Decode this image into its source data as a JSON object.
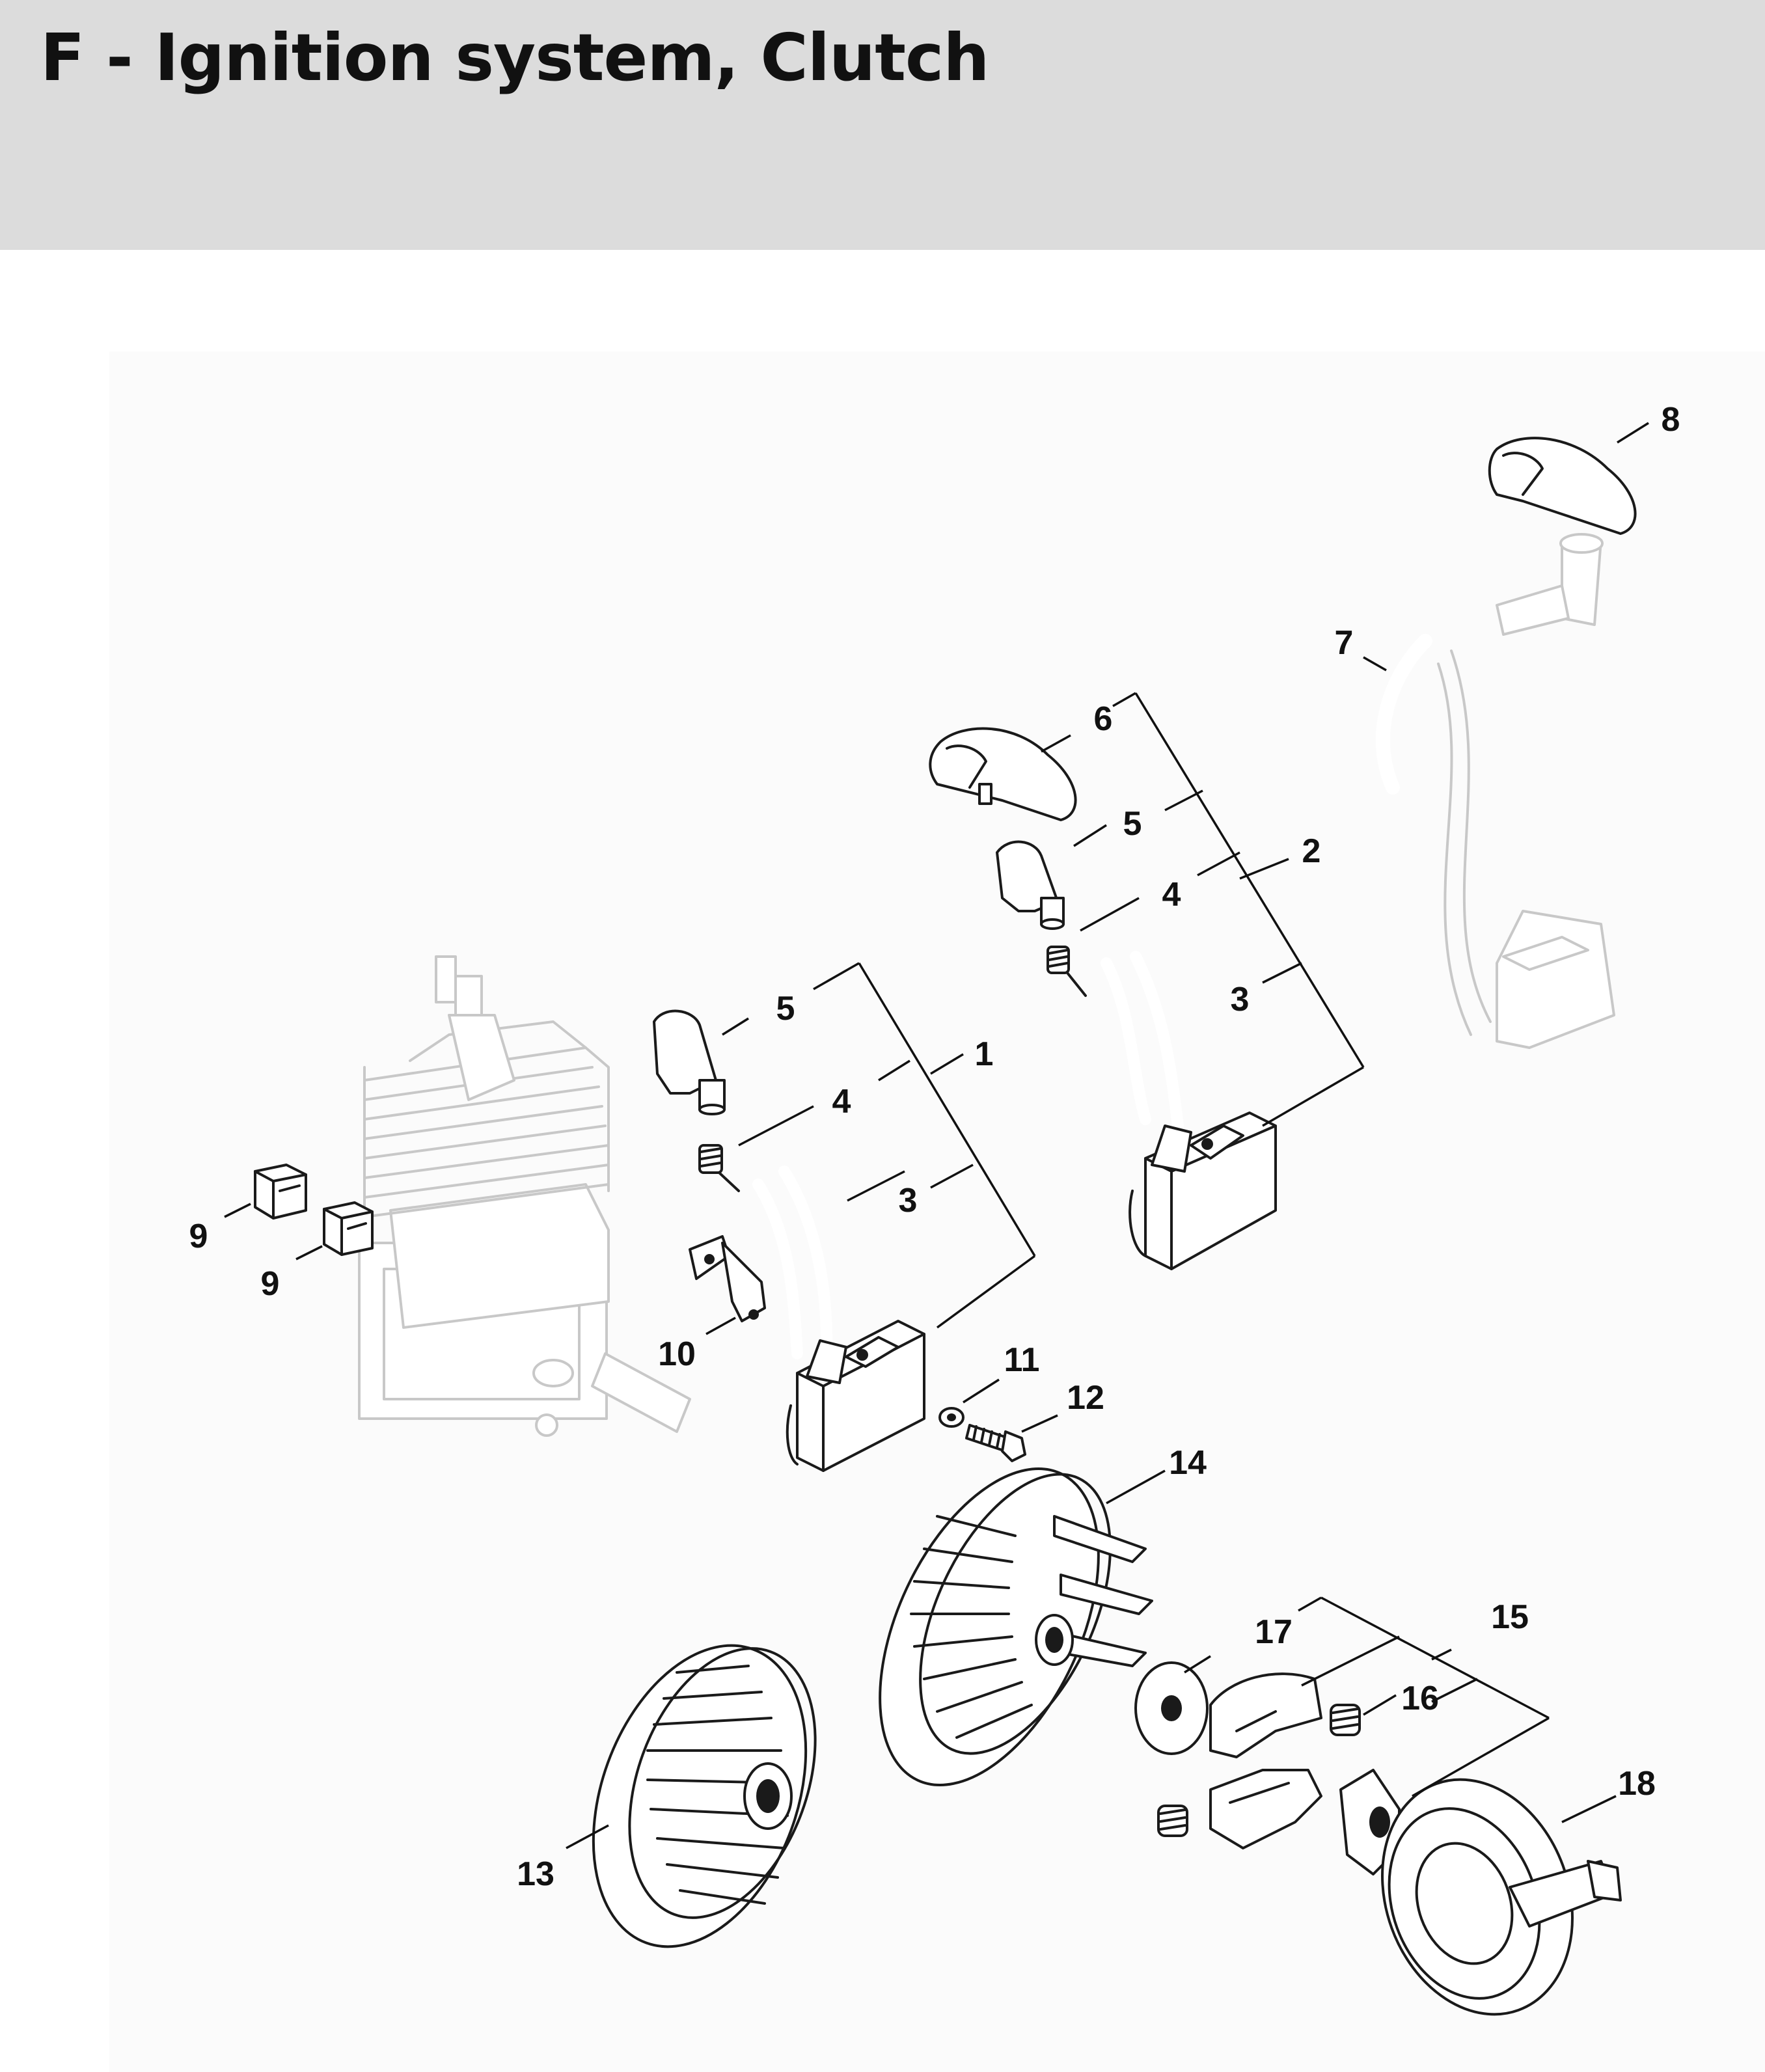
{
  "header": {
    "title": "F - Ignition system, Clutch"
  },
  "callouts": [
    "1",
    "2",
    "3",
    "3",
    "4",
    "4",
    "5",
    "5",
    "6",
    "7",
    "8",
    "9",
    "9",
    "10",
    "11",
    "12",
    "13",
    "14",
    "15",
    "16",
    "17",
    "18"
  ]
}
